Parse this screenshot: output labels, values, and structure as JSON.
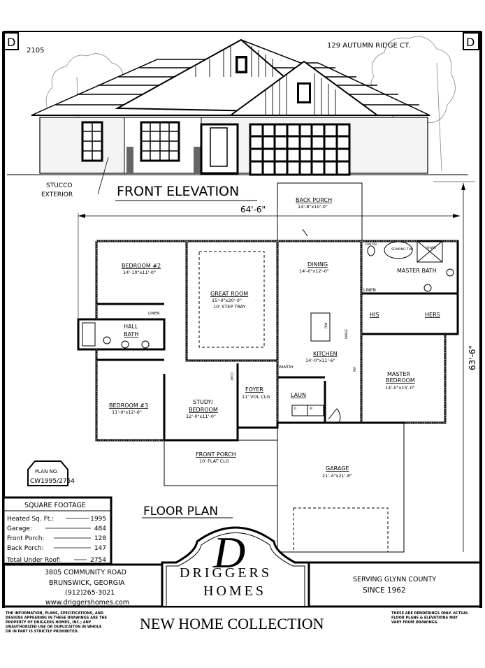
{
  "header": {
    "corner_mark_left": "D",
    "corner_mark_right": "D",
    "plan_number_top": "2105",
    "address": "129 AUTUMN RIDGE CT."
  },
  "elevation": {
    "title": "FRONT ELEVATION",
    "note_line1": "STUCCO",
    "note_line2": "EXTERIOR"
  },
  "dimensions": {
    "width": "64'-6\"",
    "depth": "63'-6\""
  },
  "rooms": {
    "back_porch": {
      "name": "BACK PORCH",
      "size": "14'-8\"x10'-0\""
    },
    "bedroom2": {
      "name": "BEDROOM #2",
      "size": "14'-10\"x11'-0\""
    },
    "great_room": {
      "name": "GREAT ROOM",
      "size": "15'-0\"x20'-0\"",
      "note": "10' STEP TRAY"
    },
    "dining": {
      "name": "DINING",
      "size": "14'-0\"x12'-0\""
    },
    "master_bath": {
      "name": "MASTER BATH",
      "tub": "SOAKING TUB",
      "shower": "SHWR",
      "closet": "CRB RB",
      "linen": "LINEN"
    },
    "his": {
      "name": "HIS"
    },
    "hers": {
      "name": "HERS"
    },
    "hall_bath": {
      "name_line1": "HALL",
      "name_line2": "BATH",
      "linen": "LINEN"
    },
    "kitchen": {
      "name": "KITCHEN",
      "size": "14'-0\"x11'-6\"",
      "dw": "D/W",
      "range": "RANGE",
      "ref": "REF",
      "pantry": "PANTRY"
    },
    "master_bedroom": {
      "name_line1": "MASTER",
      "name_line2": "BEDROOM",
      "size": "14'-0\"x15'-0\""
    },
    "bedroom3": {
      "name": "BEDROOM #3",
      "size": "11'-0\"x12'-6\""
    },
    "study": {
      "name_line1": "STUDY/",
      "name_line2": "BEDROOM",
      "size": "12'-0\"x11'-0\""
    },
    "foyer": {
      "name": "FOYER",
      "note": "11' VOL CLG",
      "coat": "COAT"
    },
    "laundry": {
      "name": "LAUN",
      "d": "D",
      "w": "W"
    },
    "front_porch": {
      "name": "FRONT PORCH",
      "note": "10' FLAT CLG"
    },
    "garage": {
      "name": "GARAGE",
      "size": "21'-4\"x21'-8\""
    }
  },
  "plan_badge": {
    "label": "PLAN NO.",
    "number": "CW1995/2754"
  },
  "floor_plan_title": "FLOOR PLAN",
  "square_footage": {
    "title": "SQUARE FOOTAGE",
    "rows": [
      {
        "label": "Heated Sq. Ft.:",
        "value": "1995"
      },
      {
        "label": "Garage:",
        "value": "484"
      },
      {
        "label": "Front Porch:",
        "value": "128"
      },
      {
        "label": "Back Porch:",
        "value": "147"
      },
      {
        "label": "Total Under Roof:",
        "value": "2754"
      }
    ]
  },
  "company": {
    "logo_letter": "D",
    "name_line1": "DRIGGERS",
    "name_line2": "HOMES",
    "address_line1": "3805 COMMUNITY ROAD",
    "address_line2": "BRUNSWICK, GEORGIA",
    "phone": "(912)265-3021",
    "website": "www.driggershomes.com",
    "service_line1": "SERVING GLYNN COUNTY",
    "service_line2": "SINCE 1962"
  },
  "footer": {
    "collection": "NEW HOME COLLECTION",
    "disclaimer_left": [
      "THE INFORMATION, PLANS, SPECIFICATIONS, AND",
      "DESIGNS APPEARING IN THESE DRAWINGS ARE THE",
      "PROPERTY OF DRIGGERS HOMES, INC.; ANY",
      "UNAUTHORIZED USE OR DUPLICAITON IN WHOLE",
      "OR IN PART IS STRICTLY PROHIBITED."
    ],
    "disclaimer_right": [
      "THESE ARE RENDERINGS ONLY. ACTUAL",
      "FLOOR PLANS & ELEVATIONS MAY",
      "VARY FROM DRAWINGS."
    ]
  }
}
